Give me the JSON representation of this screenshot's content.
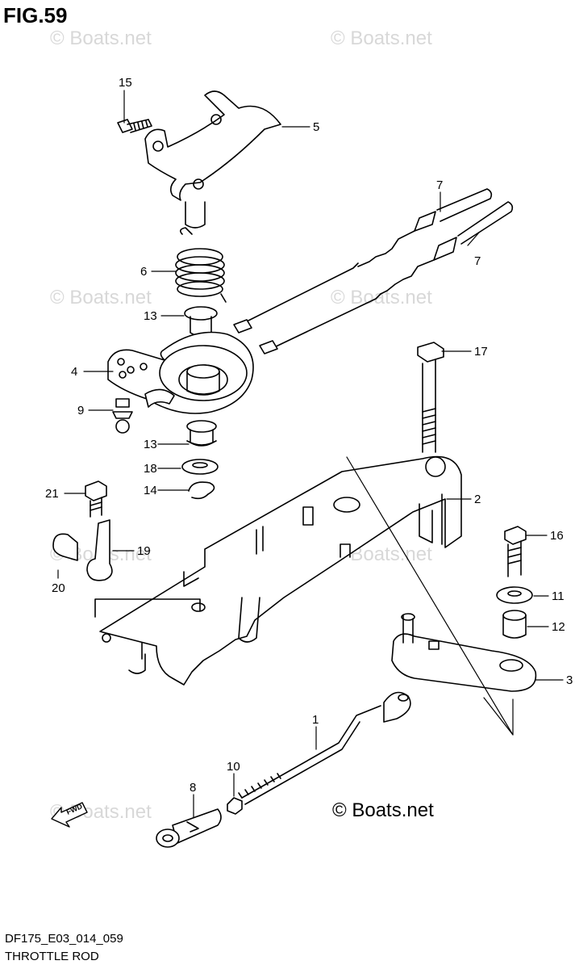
{
  "figure": {
    "title": "FIG.59",
    "model_code": "DF175_E03_014_059",
    "caption": "THROTTLE ROD"
  },
  "copyright": "© Boats.net",
  "watermark": "© Boats.net",
  "fwd_badge": "FWD",
  "callouts": [
    "15",
    "5",
    "7",
    "7",
    "6",
    "13",
    "4",
    "9",
    "13",
    "18",
    "14",
    "17",
    "2",
    "21",
    "19",
    "20",
    "16",
    "11",
    "12",
    "3",
    "1",
    "10",
    "8"
  ],
  "colors": {
    "line": "#000000",
    "watermark": "#d8d8d8",
    "background": "#ffffff"
  }
}
